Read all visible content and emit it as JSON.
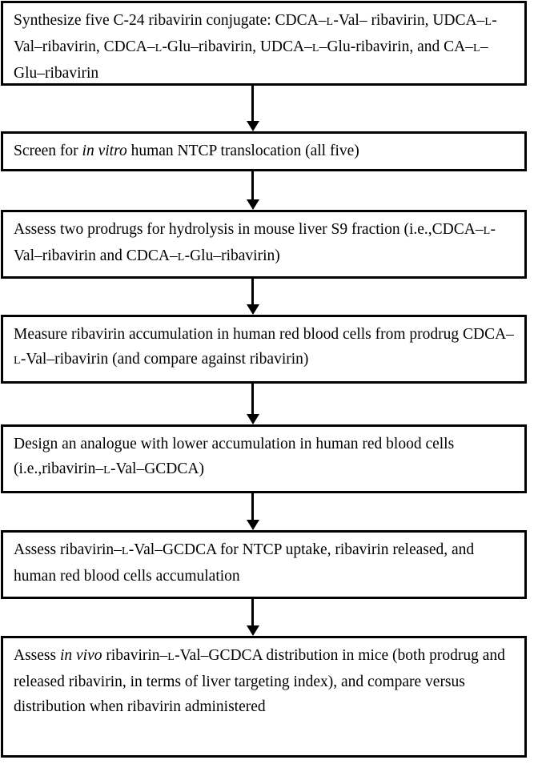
{
  "steps": [
    {
      "parts": [
        {
          "t": "Synthesize five C-24 ribavirin conjugate: CDCA–"
        },
        {
          "t": "L",
          "sc": true
        },
        {
          "t": "-Val– ribavirin, UDCA–"
        },
        {
          "t": "L",
          "sc": true
        },
        {
          "t": "-Val–ribavirin, CDCA–"
        },
        {
          "t": "L",
          "sc": true
        },
        {
          "t": "-Glu–ribavirin, UDCA–"
        },
        {
          "t": "L",
          "sc": true
        },
        {
          "t": "–Glu-ribavirin, and CA–"
        },
        {
          "t": "L",
          "sc": true
        },
        {
          "t": "–Glu–ribavirin"
        }
      ]
    },
    {
      "parts": [
        {
          "t": "Screen for "
        },
        {
          "t": "in vitro",
          "it": true
        },
        {
          "t": " human NTCP translocation (all five)"
        }
      ]
    },
    {
      "parts": [
        {
          "t": "Assess two prodrugs for hydrolysis in mouse liver S9 fraction (i.e.,CDCA–"
        },
        {
          "t": "L",
          "sc": true
        },
        {
          "t": "-Val–ribavirin and CDCA–"
        },
        {
          "t": "L",
          "sc": true
        },
        {
          "t": "-Glu–ribavirin)"
        }
      ]
    },
    {
      "parts": [
        {
          "t": "Measure ribavirin accumulation in human red blood cells from prodrug CDCA–"
        },
        {
          "t": "L",
          "sc": true
        },
        {
          "t": "-Val–ribavirin (and compare against ribavirin)"
        }
      ]
    },
    {
      "parts": [
        {
          "t": "Design an analogue with lower accumulation in human red blood cells (i.e.,ribavirin–"
        },
        {
          "t": "L",
          "sc": true
        },
        {
          "t": "-Val–GCDCA)"
        }
      ]
    },
    {
      "parts": [
        {
          "t": "Assess ribavirin–"
        },
        {
          "t": "L",
          "sc": true
        },
        {
          "t": "-Val–GCDCA for NTCP uptake, ribavirin released, and human red blood cells accumulation"
        }
      ]
    },
    {
      "parts": [
        {
          "t": "Assess "
        },
        {
          "t": "in vivo",
          "it": true
        },
        {
          "t": " ribavirin–"
        },
        {
          "t": "L",
          "sc": true
        },
        {
          "t": "-Val–GCDCA distribution in mice (both prodrug and released ribavirin, in terms of liver targeting index), and compare versus distribution when ribavirin administered"
        }
      ]
    }
  ]
}
